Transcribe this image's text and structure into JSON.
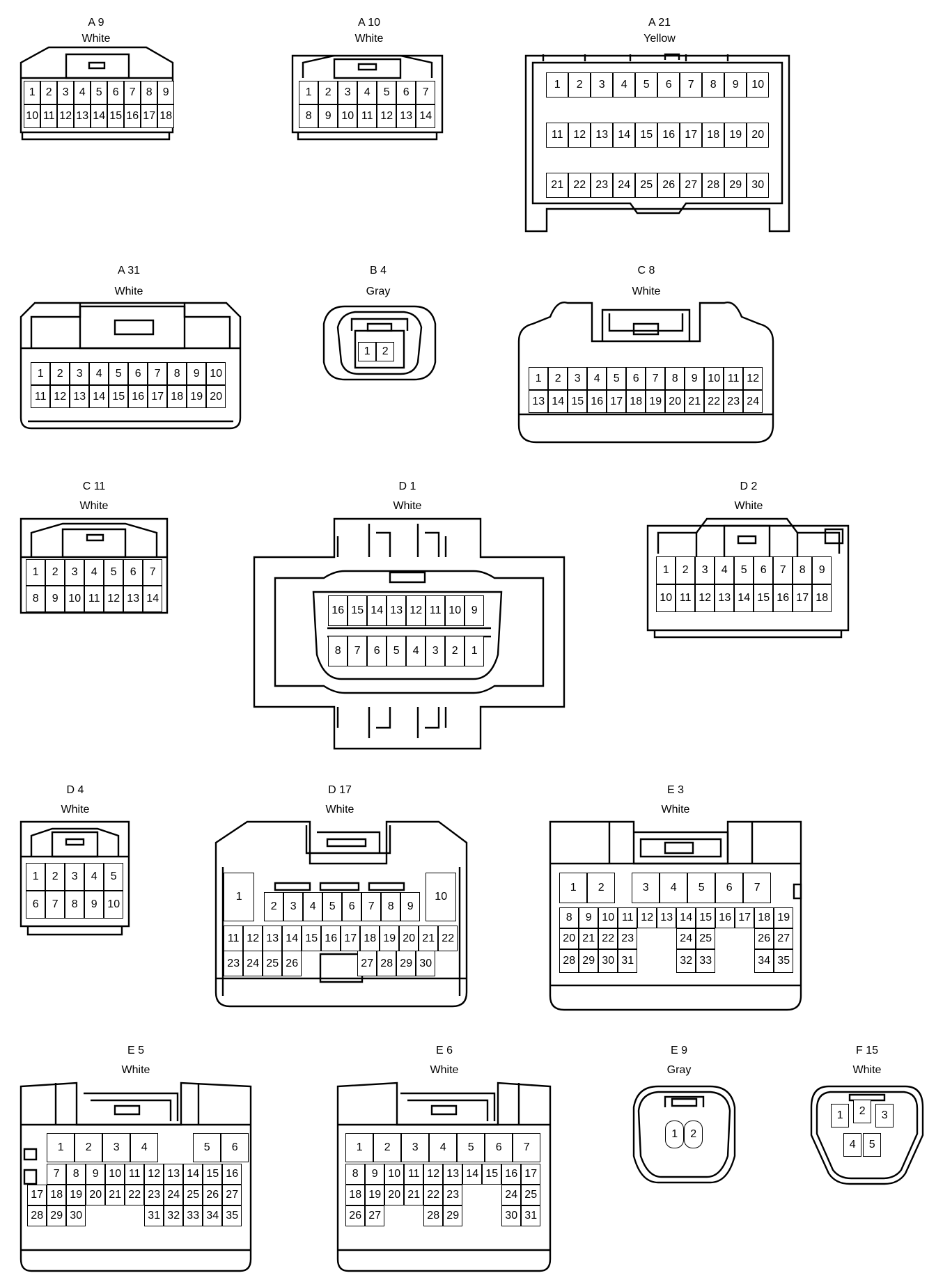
{
  "connectors": [
    {
      "id": "A9",
      "label": "A 9",
      "color": "White",
      "rows": [
        [
          "1",
          "2",
          "3",
          "4",
          "5",
          "6",
          "7",
          "8",
          "9"
        ],
        [
          "10",
          "11",
          "12",
          "13",
          "14",
          "15",
          "16",
          "17",
          "18"
        ]
      ]
    },
    {
      "id": "A10",
      "label": "A 10",
      "color": "White",
      "rows": [
        [
          "1",
          "2",
          "3",
          "4",
          "5",
          "6",
          "7"
        ],
        [
          "8",
          "9",
          "10",
          "11",
          "12",
          "13",
          "14"
        ]
      ]
    },
    {
      "id": "A21",
      "label": "A 21",
      "color": "Yellow",
      "rows": [
        [
          "1",
          "2",
          "3",
          "4",
          "5",
          "6",
          "7",
          "8",
          "9",
          "10"
        ],
        [
          "11",
          "12",
          "13",
          "14",
          "15",
          "16",
          "17",
          "18",
          "19",
          "20"
        ],
        [
          "21",
          "22",
          "23",
          "24",
          "25",
          "26",
          "27",
          "28",
          "29",
          "30"
        ]
      ]
    },
    {
      "id": "A31",
      "label": "A 31",
      "color": "White",
      "rows": [
        [
          "1",
          "2",
          "3",
          "4",
          "5",
          "6",
          "7",
          "8",
          "9",
          "10"
        ],
        [
          "11",
          "12",
          "13",
          "14",
          "15",
          "16",
          "17",
          "18",
          "19",
          "20"
        ]
      ]
    },
    {
      "id": "B4",
      "label": "B 4",
      "color": "Gray",
      "rows": [
        [
          "1",
          "2"
        ]
      ]
    },
    {
      "id": "C8",
      "label": "C 8",
      "color": "White",
      "rows": [
        [
          "1",
          "2",
          "3",
          "4",
          "5",
          "6",
          "7",
          "8",
          "9",
          "10",
          "11",
          "12"
        ],
        [
          "13",
          "14",
          "15",
          "16",
          "17",
          "18",
          "19",
          "20",
          "21",
          "22",
          "23",
          "24"
        ]
      ]
    },
    {
      "id": "C11",
      "label": "C 11",
      "color": "White",
      "rows": [
        [
          "1",
          "2",
          "3",
          "4",
          "5",
          "6",
          "7"
        ],
        [
          "8",
          "9",
          "10",
          "11",
          "12",
          "13",
          "14"
        ]
      ]
    },
    {
      "id": "D1",
      "label": "D 1",
      "color": "White",
      "rows": [
        [
          "16",
          "15",
          "14",
          "13",
          "12",
          "11",
          "10",
          "9"
        ],
        [
          "8",
          "7",
          "6",
          "5",
          "4",
          "3",
          "2",
          "1"
        ]
      ]
    },
    {
      "id": "D2",
      "label": "D 2",
      "color": "White",
      "rows": [
        [
          "1",
          "2",
          "3",
          "4",
          "5",
          "6",
          "7",
          "8",
          "9"
        ],
        [
          "10",
          "11",
          "12",
          "13",
          "14",
          "15",
          "16",
          "17",
          "18"
        ]
      ]
    },
    {
      "id": "D4",
      "label": "D 4",
      "color": "White",
      "rows": [
        [
          "1",
          "2",
          "3",
          "4",
          "5"
        ],
        [
          "6",
          "7",
          "8",
          "9",
          "10"
        ]
      ]
    },
    {
      "id": "D17",
      "label": "D 17",
      "color": "White",
      "rows": [
        [
          "1",
          "",
          "",
          "2",
          "3",
          "4",
          "5",
          "6",
          "7",
          "8",
          "9",
          "",
          "10"
        ],
        [
          "11",
          "12",
          "13",
          "14",
          "15",
          "16",
          "17",
          "18",
          "19",
          "20",
          "21",
          "22"
        ],
        [
          "23",
          "24",
          "25",
          "26",
          "",
          "",
          "",
          "",
          "27",
          "28",
          "29",
          "30"
        ]
      ]
    },
    {
      "id": "E3",
      "label": "E 3",
      "color": "White",
      "rows": [
        [
          "1",
          "2",
          "",
          "3",
          "4",
          "5",
          "6",
          "7"
        ],
        [
          "8",
          "9",
          "10",
          "11",
          "12",
          "13",
          "14",
          "15",
          "16",
          "17",
          "18",
          "19"
        ],
        [
          "20",
          "21",
          "22",
          "23",
          "",
          "",
          "24",
          "25",
          "",
          "",
          "26",
          "27"
        ],
        [
          "28",
          "29",
          "30",
          "31",
          "",
          "",
          "32",
          "33",
          "",
          "",
          "34",
          "35"
        ]
      ]
    },
    {
      "id": "E5",
      "label": "E 5",
      "color": "White",
      "rows": [
        [
          "1",
          "2",
          "3",
          "4",
          "",
          "5",
          "6"
        ],
        [
          "7",
          "8",
          "9",
          "10",
          "11",
          "12",
          "13",
          "14",
          "15",
          "16"
        ],
        [
          "17",
          "18",
          "19",
          "20",
          "21",
          "22",
          "23",
          "24",
          "25",
          "26",
          "27"
        ],
        [
          "28",
          "29",
          "30",
          "",
          "",
          "31",
          "32",
          "33",
          "34",
          "35"
        ]
      ]
    },
    {
      "id": "E6",
      "label": "E 6",
      "color": "White",
      "rows": [
        [
          "1",
          "2",
          "3",
          "4",
          "5",
          "6",
          "7"
        ],
        [
          "8",
          "9",
          "10",
          "11",
          "12",
          "13",
          "14",
          "15",
          "16",
          "17"
        ],
        [
          "18",
          "19",
          "20",
          "21",
          "22",
          "23",
          "",
          "24",
          "25"
        ],
        [
          "26",
          "27",
          "",
          "28",
          "29",
          "",
          "30",
          "31"
        ]
      ]
    },
    {
      "id": "E9",
      "label": "E 9",
      "color": "Gray",
      "rows": [
        [
          "1",
          "2"
        ]
      ]
    },
    {
      "id": "F15",
      "label": "F 15",
      "color": "White",
      "rows": [
        [
          "1",
          "2",
          "3"
        ],
        [
          "4",
          "5"
        ]
      ]
    }
  ]
}
